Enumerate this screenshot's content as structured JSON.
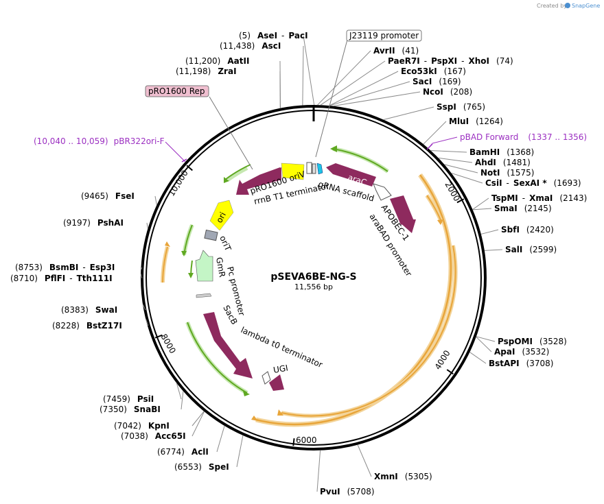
{
  "watermark": {
    "prefix": "Created by",
    "brand": "SnapGene"
  },
  "plasmid": {
    "name": "pSEVA6BE-NG-S",
    "size": "11,556 bp",
    "length": 11556
  },
  "scale_ticks": [
    {
      "label": "2000",
      "bp": 2000
    },
    {
      "label": "4000",
      "bp": 4000
    },
    {
      "label": "6000",
      "bp": 6000
    },
    {
      "label": "8000",
      "bp": 8000
    },
    {
      "label": "10,000",
      "bp": 10000
    }
  ],
  "sites": [
    {
      "id": "asei-paci",
      "pos": "(5)",
      "enzyme": "AseI",
      "sep": "-",
      "enzyme2": "PacI",
      "bp": 5
    },
    {
      "id": "asci",
      "pos": "(11,438)",
      "enzyme": "AscI",
      "bp": 11438
    },
    {
      "id": "aatii",
      "pos": "(11,200)",
      "enzyme": "AatII",
      "bp": 11200
    },
    {
      "id": "zrai",
      "pos": "(11,198)",
      "enzyme": "ZraI",
      "bp": 11198
    },
    {
      "id": "avrii",
      "pos": "(41)",
      "enzyme": "AvrII",
      "bp": 41
    },
    {
      "id": "paer7i",
      "pos": "(74)",
      "enzyme": "PaeR7I",
      "sep": "-",
      "enzyme2": "PspXI",
      "sep2": "-",
      "enzyme3": "XhoI",
      "bp": 74
    },
    {
      "id": "eco53ki",
      "pos": "(167)",
      "enzyme": "Eco53kI",
      "bp": 167
    },
    {
      "id": "saci",
      "pos": "(169)",
      "enzyme": "SacI",
      "bp": 169
    },
    {
      "id": "ncoi",
      "pos": "(208)",
      "enzyme": "NcoI",
      "bp": 208
    },
    {
      "id": "sspi",
      "pos": "(765)",
      "enzyme": "SspI",
      "bp": 765
    },
    {
      "id": "mlui",
      "pos": "(1264)",
      "enzyme": "MluI",
      "bp": 1264
    },
    {
      "id": "bamhi",
      "pos": "(1368)",
      "enzyme": "BamHI",
      "bp": 1368
    },
    {
      "id": "ahdi",
      "pos": "(1481)",
      "enzyme": "AhdI",
      "bp": 1481
    },
    {
      "id": "noti",
      "pos": "(1575)",
      "enzyme": "NotI",
      "bp": 1575
    },
    {
      "id": "csii",
      "pos": "(1693)",
      "enzyme": "CsiI",
      "sep": "-",
      "enzyme2": "SexAI *",
      "bp": 1693
    },
    {
      "id": "tspmi",
      "pos": "(2143)",
      "enzyme": "TspMI",
      "sep": "-",
      "enzyme2": "XmaI",
      "bp": 2143
    },
    {
      "id": "smai",
      "pos": "(2145)",
      "enzyme": "SmaI",
      "bp": 2145
    },
    {
      "id": "sbfi",
      "pos": "(2420)",
      "enzyme": "SbfI",
      "bp": 2420
    },
    {
      "id": "sali",
      "pos": "(2599)",
      "enzyme": "SalI",
      "bp": 2599
    },
    {
      "id": "pspomi",
      "pos": "(3528)",
      "enzyme": "PspOMI",
      "bp": 3528
    },
    {
      "id": "apai",
      "pos": "(3532)",
      "enzyme": "ApaI",
      "bp": 3532
    },
    {
      "id": "bstapi",
      "pos": "(3708)",
      "enzyme": "BstAPI",
      "bp": 3708
    },
    {
      "id": "xmni",
      "pos": "(5305)",
      "enzyme": "XmnI",
      "bp": 5305
    },
    {
      "id": "pvui",
      "pos": "(5708)",
      "enzyme": "PvuI",
      "bp": 5708
    },
    {
      "id": "spei",
      "pos": "(6553)",
      "enzyme": "SpeI",
      "bp": 6553
    },
    {
      "id": "acli",
      "pos": "(6774)",
      "enzyme": "AclI",
      "bp": 6774
    },
    {
      "id": "kpni",
      "pos": "(7042)",
      "enzyme": "KpnI",
      "bp": 7042
    },
    {
      "id": "acc65i",
      "pos": "(7038)",
      "enzyme": "Acc65I",
      "bp": 7038
    },
    {
      "id": "psii",
      "pos": "(7459)",
      "enzyme": "PsiI",
      "bp": 7459
    },
    {
      "id": "snabi",
      "pos": "(7350)",
      "enzyme": "SnaBI",
      "bp": 7350
    },
    {
      "id": "bstz17i",
      "pos": "(8228)",
      "enzyme": "BstZ17I",
      "bp": 8228
    },
    {
      "id": "swai",
      "pos": "(8383)",
      "enzyme": "SwaI",
      "bp": 8383
    },
    {
      "id": "bsmbi",
      "pos": "(8753)",
      "enzyme": "BsmBI",
      "sep": "-",
      "enzyme2": "Esp3I",
      "bp": 8753
    },
    {
      "id": "pflfi",
      "pos": "(8710)",
      "enzyme": "PflFI",
      "sep": "-",
      "enzyme2": "Tth111I",
      "bp": 8710
    },
    {
      "id": "pshai",
      "pos": "(9197)",
      "enzyme": "PshAI",
      "bp": 9197
    },
    {
      "id": "fsei",
      "pos": "(9465)",
      "enzyme": "FseI",
      "bp": 9465
    }
  ],
  "primers": [
    {
      "id": "pbad-forward",
      "name": "pBAD Forward",
      "range": "(1337 .. 1356)"
    },
    {
      "id": "pbr322ori-f",
      "name": "pBR322ori-F",
      "range": "(10,040 .. 10,059)"
    }
  ],
  "boxed_features": [
    {
      "id": "j23119",
      "label": "J23119 promoter"
    },
    {
      "id": "pro1600-rep",
      "label": "pRO1600 Rep"
    }
  ],
  "features": [
    {
      "id": "arac",
      "label": "araC"
    },
    {
      "id": "grna-scaffold",
      "label": "gRNA scaffold"
    },
    {
      "id": "apobec1",
      "label": "APOBEC-1"
    },
    {
      "id": "arabad-promoter",
      "label": "araBAD promoter"
    },
    {
      "id": "rrnb-t1",
      "label": "rrnB T1 terminator"
    },
    {
      "id": "pro1600-oriv",
      "label": "pRO1600 oriV"
    },
    {
      "id": "ori",
      "label": "ori"
    },
    {
      "id": "orit",
      "label": "oriT"
    },
    {
      "id": "gmr",
      "label": "GmR"
    },
    {
      "id": "pc-promoter",
      "label": "Pc promoter"
    },
    {
      "id": "sacb",
      "label": "SacB"
    },
    {
      "id": "lambda-t0",
      "label": "lambda t0 terminator"
    },
    {
      "id": "ugi",
      "label": "UGI"
    }
  ],
  "colors": {
    "backbone": "#000000",
    "cds": "#8e2a5e",
    "orange_feature": "#e8a53a",
    "green_feature": "#5fa821",
    "yellow_feature": "#ffff00",
    "light_green": "#c4f5c6",
    "cyan_feature": "#1cc4e6",
    "primer": "#9b2fc1",
    "box_fill": "#f0bfd0"
  }
}
